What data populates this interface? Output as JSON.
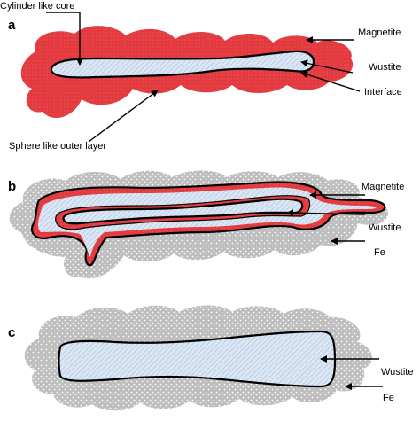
{
  "panels": {
    "a": {
      "letter": "a",
      "labels": {
        "cylinder_core": "Cylinder like core",
        "sphere_outer": "Sphere like outer layer",
        "magnetite": "Magnetite",
        "wustite": "Wustite",
        "interface": "Interface"
      }
    },
    "b": {
      "letter": "b",
      "labels": {
        "magnetite": "Magnetite",
        "wustite": "Wustite",
        "fe": "Fe"
      }
    },
    "c": {
      "letter": "c",
      "labels": {
        "wustite": "Wustite",
        "fe": "Fe"
      }
    }
  },
  "colors": {
    "magnetite_red": "#e23a3f",
    "wustite_blue": "#dbe7f5",
    "fe_gray": "#bdbdbd",
    "outline": "#000000"
  }
}
